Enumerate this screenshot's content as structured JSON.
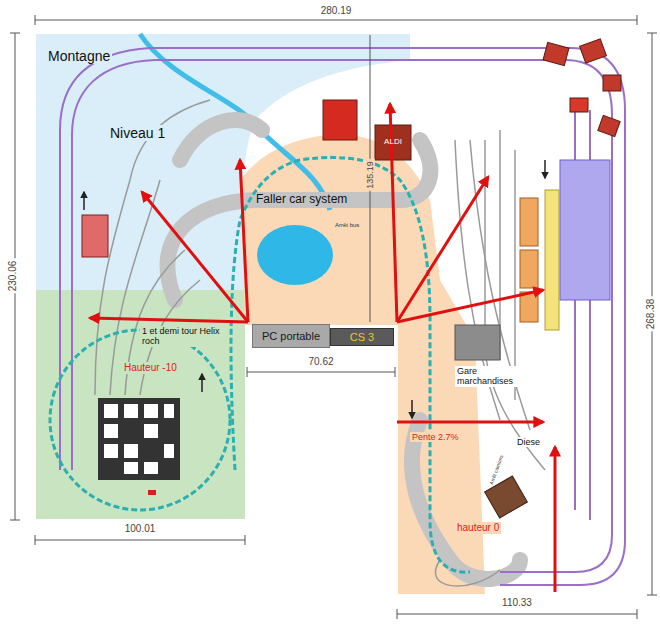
{
  "diagram": {
    "nodes": [
      {
        "text": [
          "PC portable"
        ]
      },
      {
        "text": [
          "CS 3"
        ]
      }
    ],
    "labels": [
      "280.19",
      "230.06",
      "135.19",
      "268.38",
      "Montagne",
      "Niveau 1",
      "ALDI",
      "Faller car system",
      "Arrêt bus",
      "1 et demi tour Helix roch",
      "Hauteur -10",
      "70.62",
      "Gare marchandises",
      "Pente 2.7%",
      "Diese",
      "Arrêt camions",
      "hauteur 0",
      "100.01",
      "110.33"
    ]
  }
}
